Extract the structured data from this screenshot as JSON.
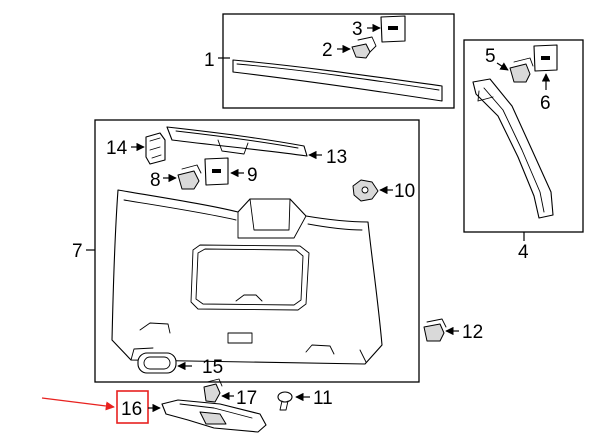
{
  "labels": {
    "p1": "1",
    "p2": "2",
    "p3": "3",
    "p4": "4",
    "p5": "5",
    "p6": "6",
    "p7": "7",
    "p8": "8",
    "p9": "9",
    "p10": "10",
    "p11": "11",
    "p12": "12",
    "p13": "13",
    "p14": "14",
    "p15": "15",
    "p16": "16",
    "p17": "17"
  },
  "colors": {
    "highlight": "#e8211f",
    "line": "#000000",
    "shade": "#d9d9d9"
  }
}
